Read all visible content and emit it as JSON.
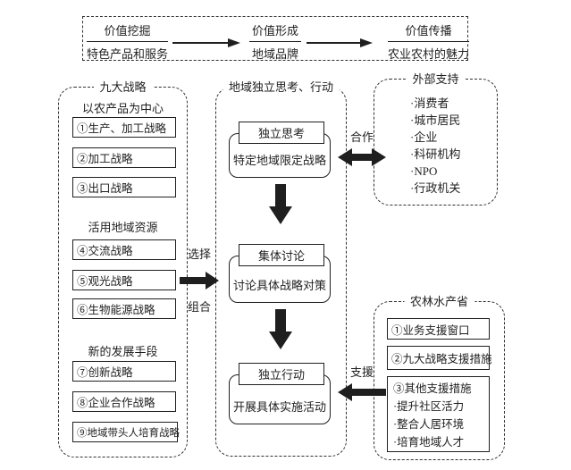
{
  "value_chain": {
    "items": [
      {
        "top": "价值挖掘",
        "bottom": "特色产品和服务"
      },
      {
        "top": "价值形成",
        "bottom": "地域品牌"
      },
      {
        "top": "价值传播",
        "bottom": "农业农村的魅力"
      }
    ]
  },
  "nine_strategies": {
    "title": "九大战略",
    "groups": [
      {
        "heading": "以农产品为中心",
        "items": [
          "①生产、加工战略",
          "②加工战略",
          "③出口战略"
        ]
      },
      {
        "heading": "活用地域资源",
        "items": [
          "④交流战略",
          "⑤观光战略",
          "⑥生物能源战略"
        ]
      },
      {
        "heading": "新的发展手段",
        "items": [
          "⑦创新战略",
          "⑧企业合作战略",
          "⑨地域带头人培育战略"
        ]
      }
    ]
  },
  "region_action": {
    "title": "地域独立思考、行动",
    "stages": [
      {
        "label": "独立思考",
        "desc": "特定地域限定战略"
      },
      {
        "label": "集体讨论",
        "desc": "讨论具体战略对策"
      },
      {
        "label": "独立行动",
        "desc": "开展具体实施活动"
      }
    ]
  },
  "external_support": {
    "title": "外部支持",
    "items": [
      "·消费者",
      "·城市居民",
      "·企业",
      "·科研机构",
      "·NPO",
      "·行政机关"
    ]
  },
  "ministry": {
    "title": "农林水产省",
    "boxes": [
      {
        "label": "①业务支援窗口"
      },
      {
        "label": "②九大战略支援措施"
      },
      {
        "label": "③其他支援措施",
        "items": [
          "·提升社区活力",
          "·整合人居环境",
          "·培育地域人才"
        ]
      }
    ]
  },
  "connectors": {
    "select": "选择",
    "combine": "组合",
    "cooperate": "合作",
    "support": "支援"
  },
  "colors": {
    "ink": "#1f1f1f",
    "dash": "#2f2f2f",
    "background": "#ffffff"
  }
}
